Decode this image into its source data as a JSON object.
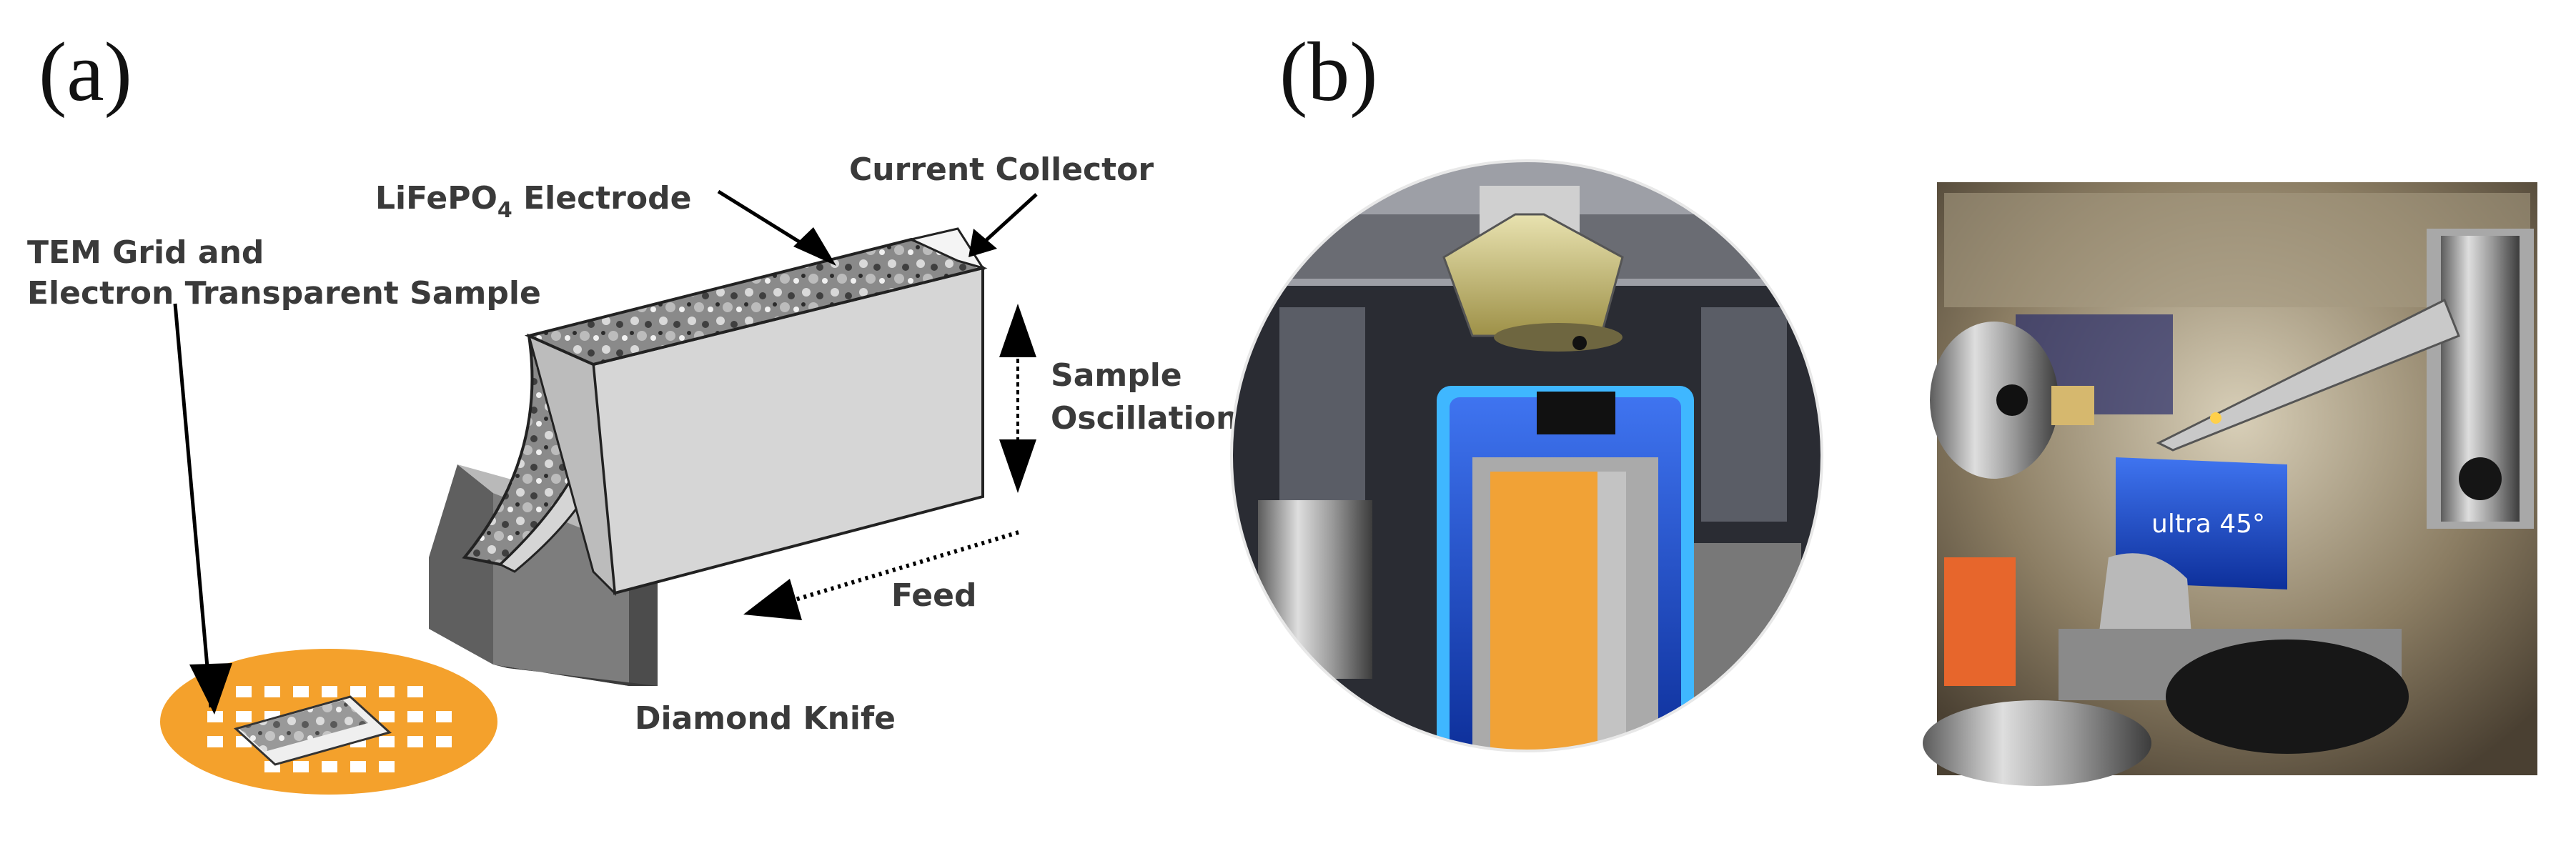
{
  "panels": {
    "a": {
      "letter": "(a)"
    },
    "b": {
      "letter": "(b)"
    }
  },
  "diagram_a": {
    "labels": {
      "tem_grid_line1": "TEM Grid and",
      "tem_grid_line2": "Electron Transparent Sample",
      "electrode_main": "LiFePO",
      "electrode_sub": "4",
      "electrode_tail": " Electrode",
      "current_collector": "Current Collector",
      "oscillation_line1": "Sample",
      "oscillation_line2": "Oscillation",
      "feed": "Feed",
      "diamond_knife": "Diamond Knife"
    },
    "colors": {
      "grid_orange": "#f4a12c",
      "block_face": "#cfcfcf",
      "block_side": "#e2e2e2",
      "knife_dark": "#6d6d6d",
      "knife_mid": "#8c8c8c"
    }
  },
  "photos_b": {
    "left_photo": {
      "kind": "photo",
      "shape": "circle"
    },
    "right_photo": {
      "kind": "photo",
      "knife_label": "ultra 45°"
    },
    "colors": {
      "knife_blue": "#1f4fd0",
      "sample_orange": "#f1a236"
    }
  }
}
